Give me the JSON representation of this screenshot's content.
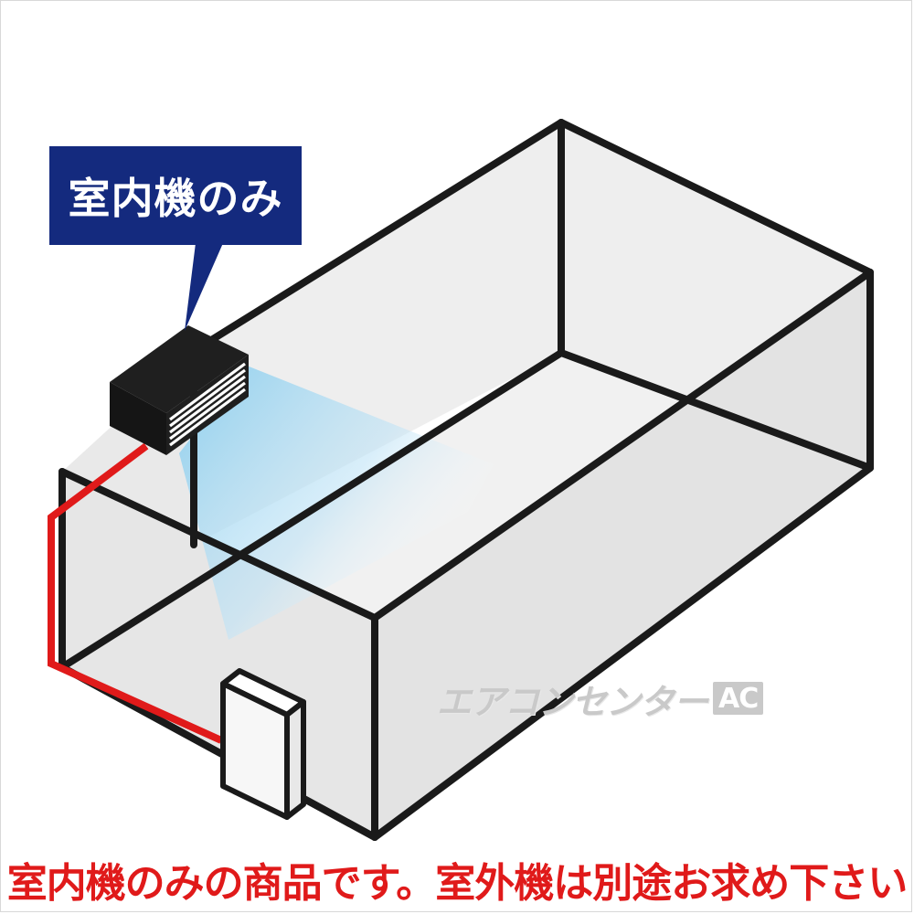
{
  "callout": {
    "label": "室内機のみ"
  },
  "watermark": {
    "text": "エアコンセンター",
    "logo_text": "AC"
  },
  "footer": {
    "note": "室内機のみの商品です。室外機は別途お求め下さい"
  },
  "colors": {
    "callout_bg": "#142a7e",
    "note_red": "#e01a1a",
    "pipe_red": "#e01a1a",
    "airflow_blue": "#8ecfee",
    "room_fill": "#ececec",
    "outline": "#1a1a1a"
  },
  "icons": [
    "indoor-unit-icon",
    "outdoor-unit-icon",
    "refrigerant-pipe-icon",
    "airflow-icon"
  ]
}
